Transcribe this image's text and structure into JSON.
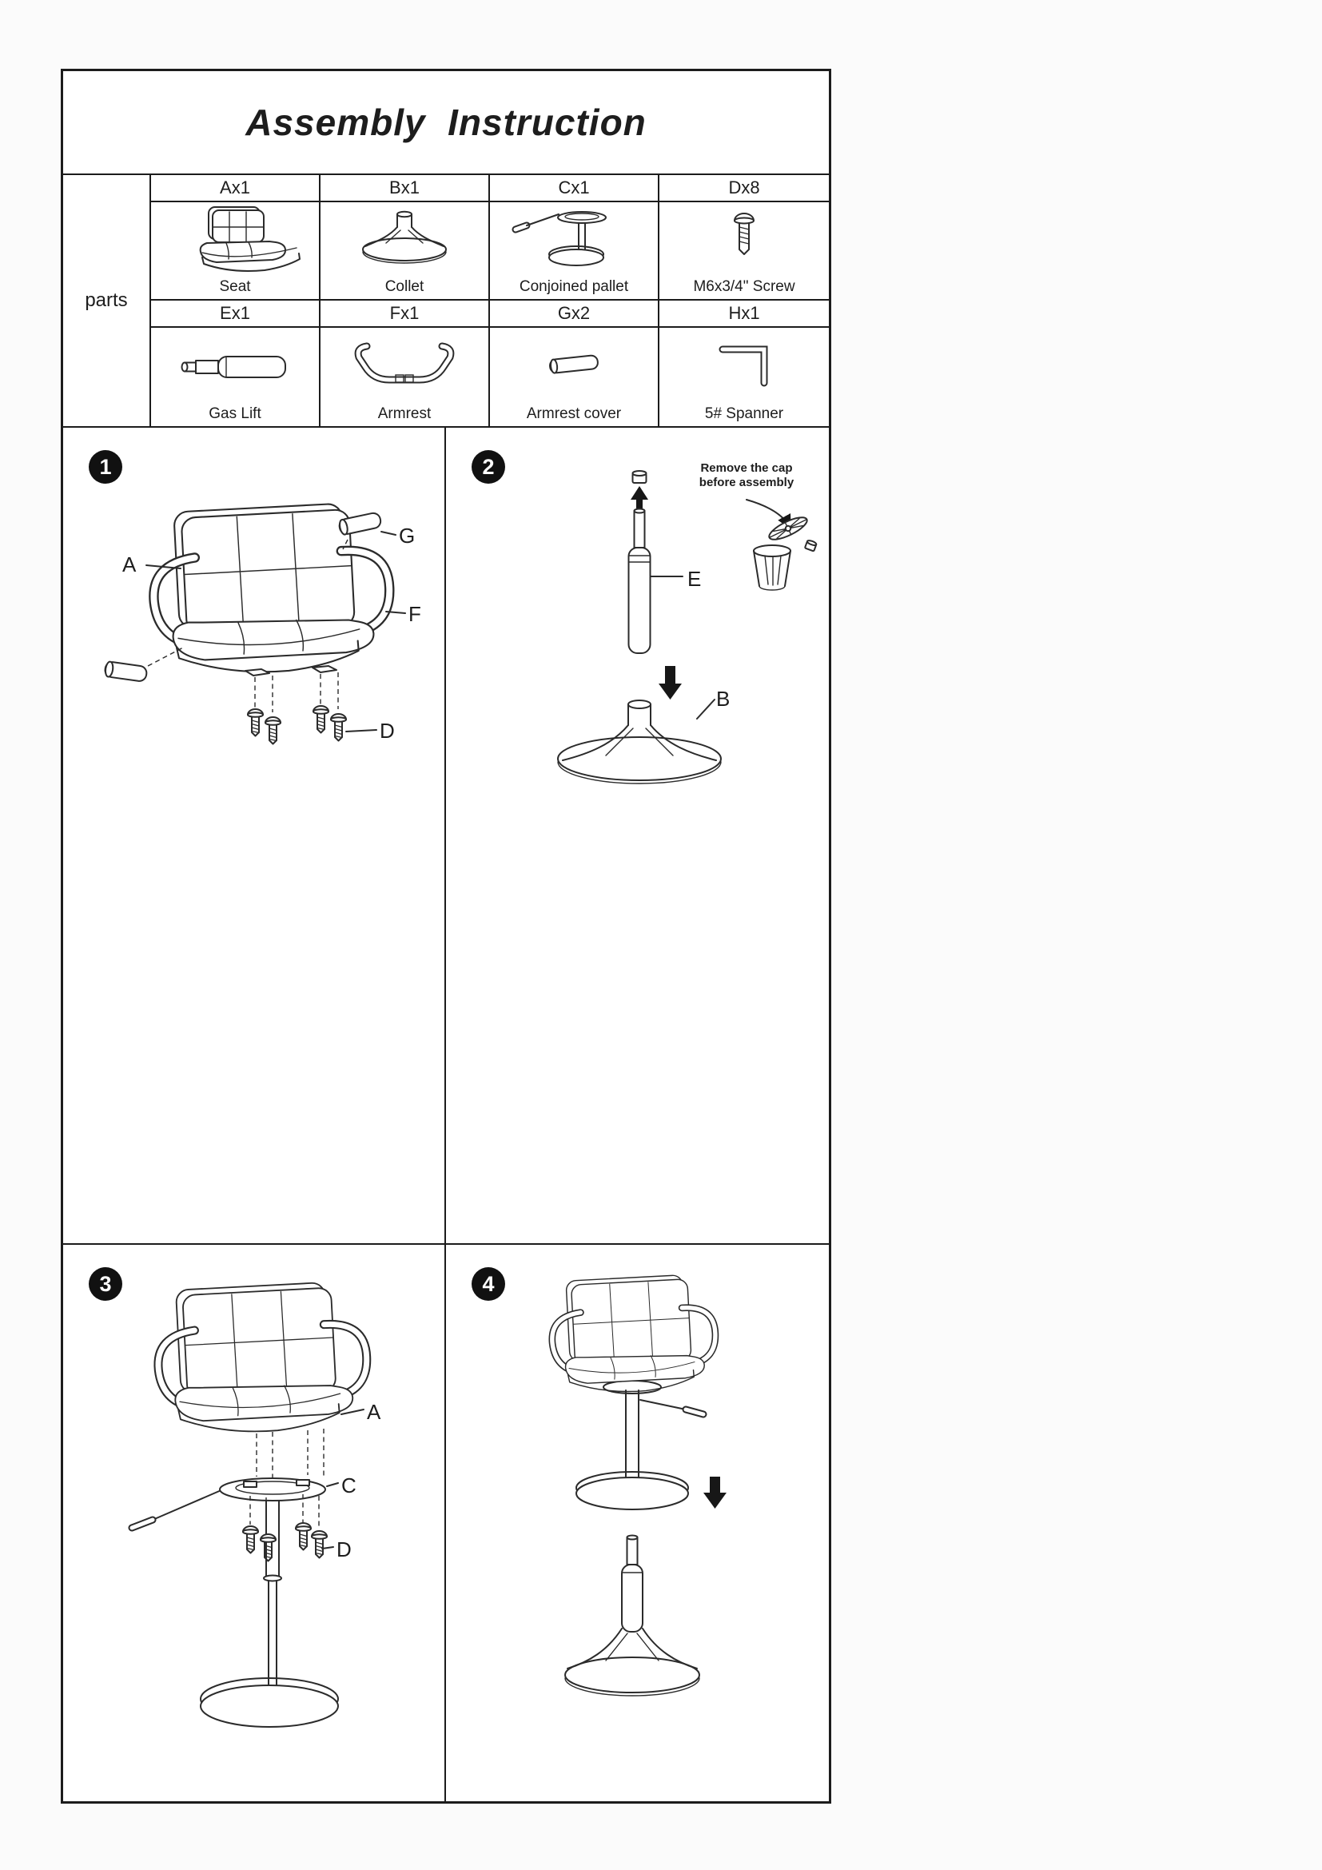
{
  "page": {
    "title": "Assembly  Instruction",
    "ink_color": "#1c1c1c"
  },
  "parts_table": {
    "row_header": "parts",
    "parts": [
      {
        "code": "Ax1",
        "name": "Seat"
      },
      {
        "code": "Bx1",
        "name": "Collet"
      },
      {
        "code": "Cx1",
        "name": "Conjoined pallet"
      },
      {
        "code": "Dx8",
        "name": "M6x3/4\" Screw"
      },
      {
        "code": "Ex1",
        "name": "Gas Lift"
      },
      {
        "code": "Fx1",
        "name": "Armrest"
      },
      {
        "code": "Gx2",
        "name": "Armrest cover"
      },
      {
        "code": "Hx1",
        "name": "5# Spanner"
      }
    ]
  },
  "steps": [
    {
      "number": "1",
      "labels": {
        "a": "A",
        "g": "G",
        "f": "F",
        "d": "D"
      }
    },
    {
      "number": "2",
      "note_line1": "Remove the cap",
      "note_line2": "before assembly",
      "labels": {
        "e": "E",
        "b": "B"
      }
    },
    {
      "number": "3",
      "labels": {
        "a": "A",
        "c": "C",
        "d": "D"
      }
    },
    {
      "number": "4",
      "labels": {}
    }
  ]
}
